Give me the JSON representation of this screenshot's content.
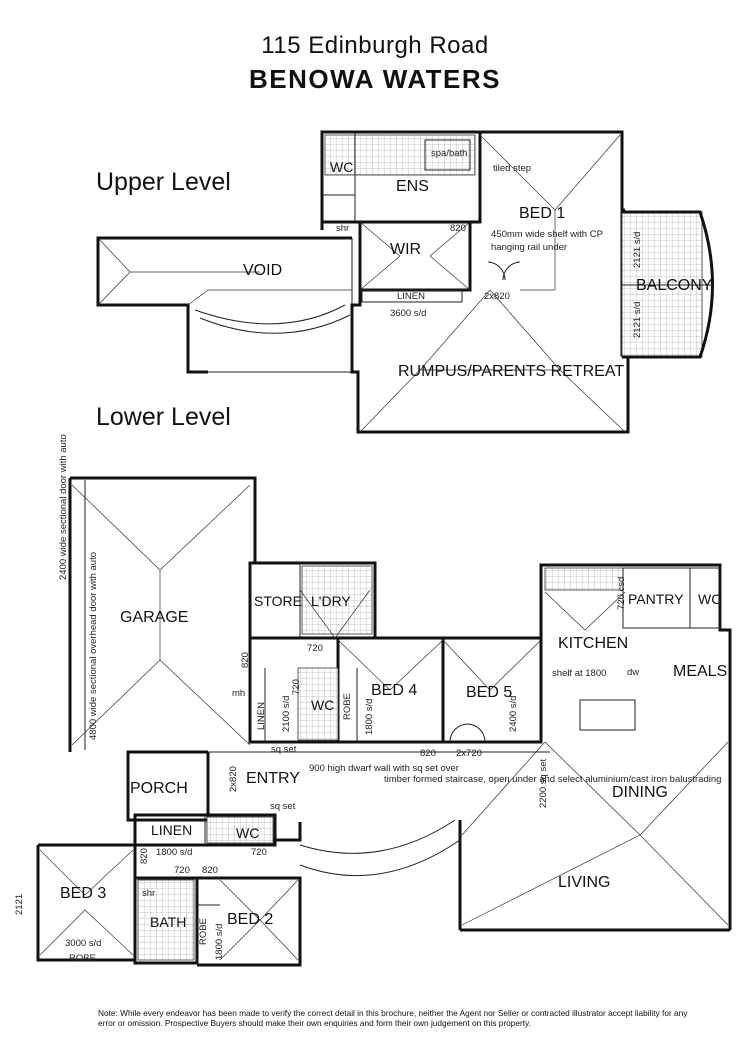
{
  "header": {
    "address": "115 Edinburgh Road",
    "suburb": "BENOWA WATERS"
  },
  "levels": {
    "upper": "Upper Level",
    "lower": "Lower Level"
  },
  "upper_rooms": {
    "wc": "WC",
    "ens": "ENS",
    "spa": "spa/bath",
    "tiled_step": "tiled step",
    "bed1": "BED 1",
    "shelf_note_1": "450mm wide shelf with CP",
    "shelf_note_2": "hanging rail under",
    "wir": "WIR",
    "void": "VOID",
    "linen": "LINEN",
    "linen_dim": "3600 s/d",
    "door_dim": "2x820",
    "door_820": "820",
    "balcony": "BALCONY",
    "bal_dim_1": "2121 s/d",
    "bal_dim_2": "2121 s/d",
    "rumpus": "RUMPUS/PARENTS RETREAT",
    "shr": "shr"
  },
  "lower_rooms": {
    "garage": "GARAGE",
    "garage_door_1": "2400 wide sectional door with auto",
    "garage_door_2": "4800 wide sectional overhead door with auto",
    "store": "STORE",
    "ldry": "L'DRY",
    "dim_820_a": "820",
    "dim_720_a": "720",
    "bed4": "BED 4",
    "bed5": "BED 5",
    "linen_a": "LINEN",
    "dim_2100": "2100 s/d",
    "dim_720_b": "720",
    "wc_a": "WC",
    "robe_a": "ROBE",
    "dim_1800_a": "1800 s/d",
    "dim_2400": "2400 s/d",
    "dim_820_b": "820",
    "dim_2x720": "2x720",
    "kitchen": "KITCHEN",
    "pantry": "PANTRY",
    "wc_b": "WC",
    "dim_720csd": "720 csd",
    "shelf_1800": "shelf at 1800",
    "meals": "MEALS",
    "sq_set_a": "sq set",
    "dwarf_wall": "900 high dwarf wall with sq set over",
    "staircase": "timber formed staircase, open under and select aluminium/cast iron balustrading",
    "sq_set_2200": "2200 sq set",
    "dining": "DINING",
    "porch": "PORCH",
    "entry": "ENTRY",
    "dim_2x820": "2x820",
    "sq_set_b": "sq set",
    "linen_b": "LINEN",
    "wc_c": "WC",
    "dim_1800_b": "1800 s/d",
    "dim_720_c": "720",
    "dim_820_c": "820",
    "dim_720_d": "720",
    "dim_820_d": "820",
    "bed3": "BED 3",
    "bath": "BATH",
    "shr": "shr",
    "bed2": "BED 2",
    "robe_b": "ROBE",
    "dim_1800_c": "1800 s/d",
    "dim_3000": "3000 s/d",
    "robe_c": "ROBE",
    "dim_2121": "2121",
    "living": "LIVING",
    "mh": "mh",
    "dw": "dw"
  },
  "disclaimer": "Note: While every endeavor has been made to verify the correct detail in this brochure, neither the Agent nor Seller or contracted illustrator accept liability for any error or omission. Prospective Buyers should make their own enquiries and form their own judgement on this property."
}
